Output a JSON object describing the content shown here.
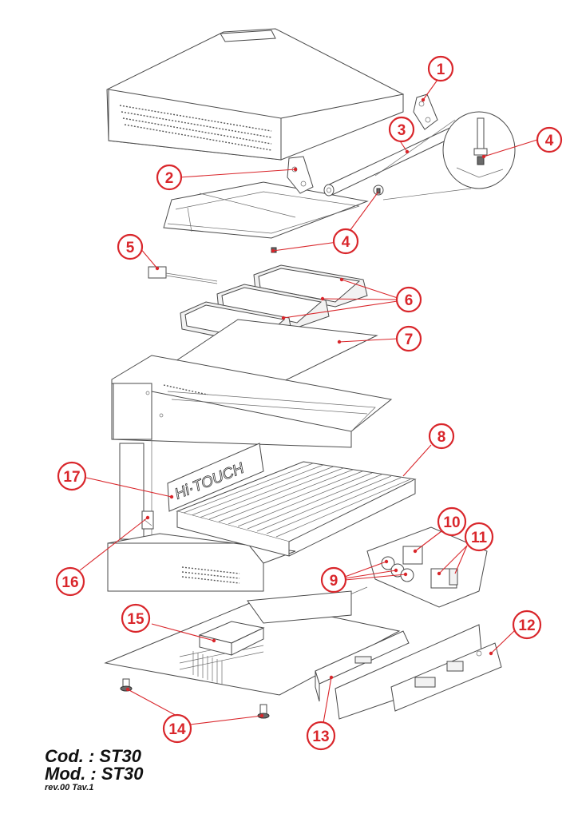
{
  "drawing": {
    "accent_color": "#d9262b",
    "line_color": "#4a4a4a",
    "brand_panel_text": "Hi·TOUCH",
    "callouts": [
      {
        "id": "1",
        "label": "1"
      },
      {
        "id": "2",
        "label": "2"
      },
      {
        "id": "3",
        "label": "3"
      },
      {
        "id": "4a",
        "label": "4"
      },
      {
        "id": "4b",
        "label": "4"
      },
      {
        "id": "5",
        "label": "5"
      },
      {
        "id": "6",
        "label": "6"
      },
      {
        "id": "7",
        "label": "7"
      },
      {
        "id": "8",
        "label": "8"
      },
      {
        "id": "9",
        "label": "9"
      },
      {
        "id": "10",
        "label": "10"
      },
      {
        "id": "11",
        "label": "11"
      },
      {
        "id": "12",
        "label": "12"
      },
      {
        "id": "13",
        "label": "13"
      },
      {
        "id": "14",
        "label": "14"
      },
      {
        "id": "15",
        "label": "15"
      },
      {
        "id": "16",
        "label": "16"
      },
      {
        "id": "17",
        "label": "17"
      }
    ]
  },
  "title_block": {
    "code": "Cod. : ST30",
    "model": "Mod. : ST30",
    "revision": "rev.00 Tav.1"
  }
}
